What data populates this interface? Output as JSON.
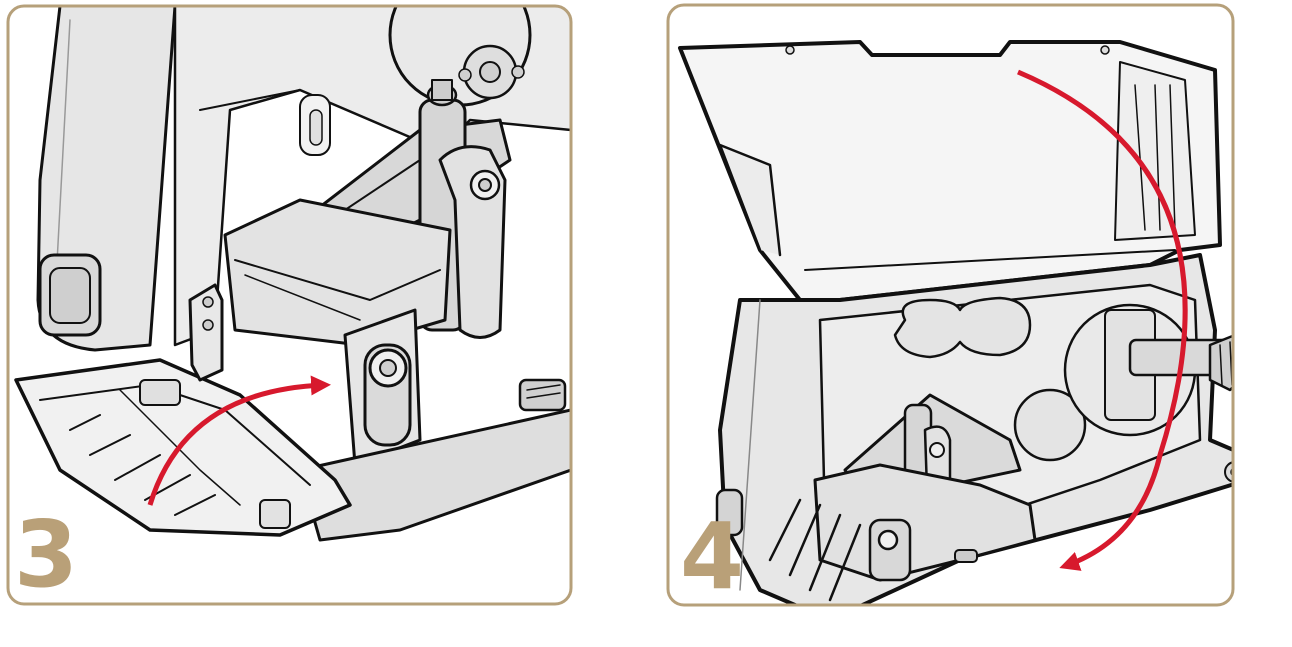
{
  "panels": [
    {
      "step": "3",
      "action": "close-media-cover-arrow"
    },
    {
      "step": "4",
      "action": "close-printer-cover-arrow"
    }
  ],
  "colors": {
    "frame": "#b6a07a",
    "step_number": "#b9a078",
    "arrow": "#d7192d",
    "outline": "#111111",
    "body_fill": "#e8e8e8",
    "body_shade": "#d4d4d4",
    "light_fill": "#f4f4f4"
  }
}
